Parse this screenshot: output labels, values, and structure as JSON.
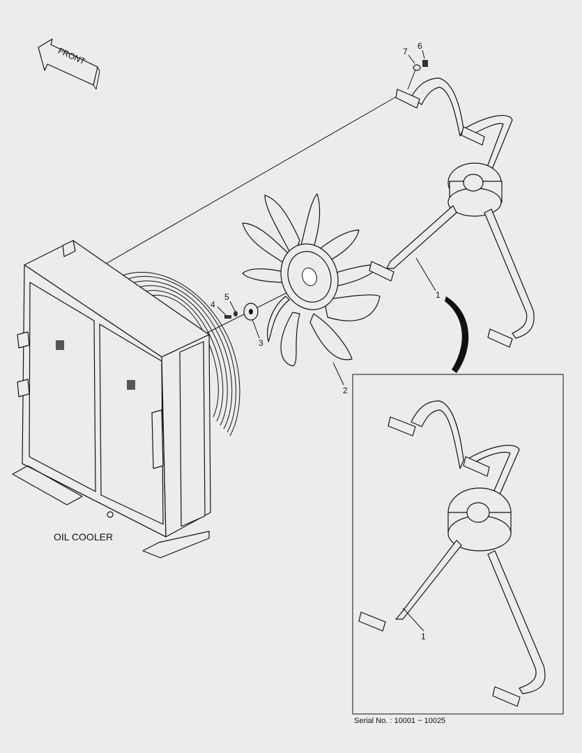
{
  "diagram": {
    "front_arrow_label": "FRONT",
    "oil_cooler_label": "OIL COOLER",
    "serial_note": "Serial No. : 10001 ~ 10025",
    "callouts": {
      "c1_main": "1",
      "c1_inset": "1",
      "c2": "2",
      "c3": "3",
      "c4": "4",
      "c5": "5",
      "c6": "6",
      "c7": "7"
    }
  }
}
